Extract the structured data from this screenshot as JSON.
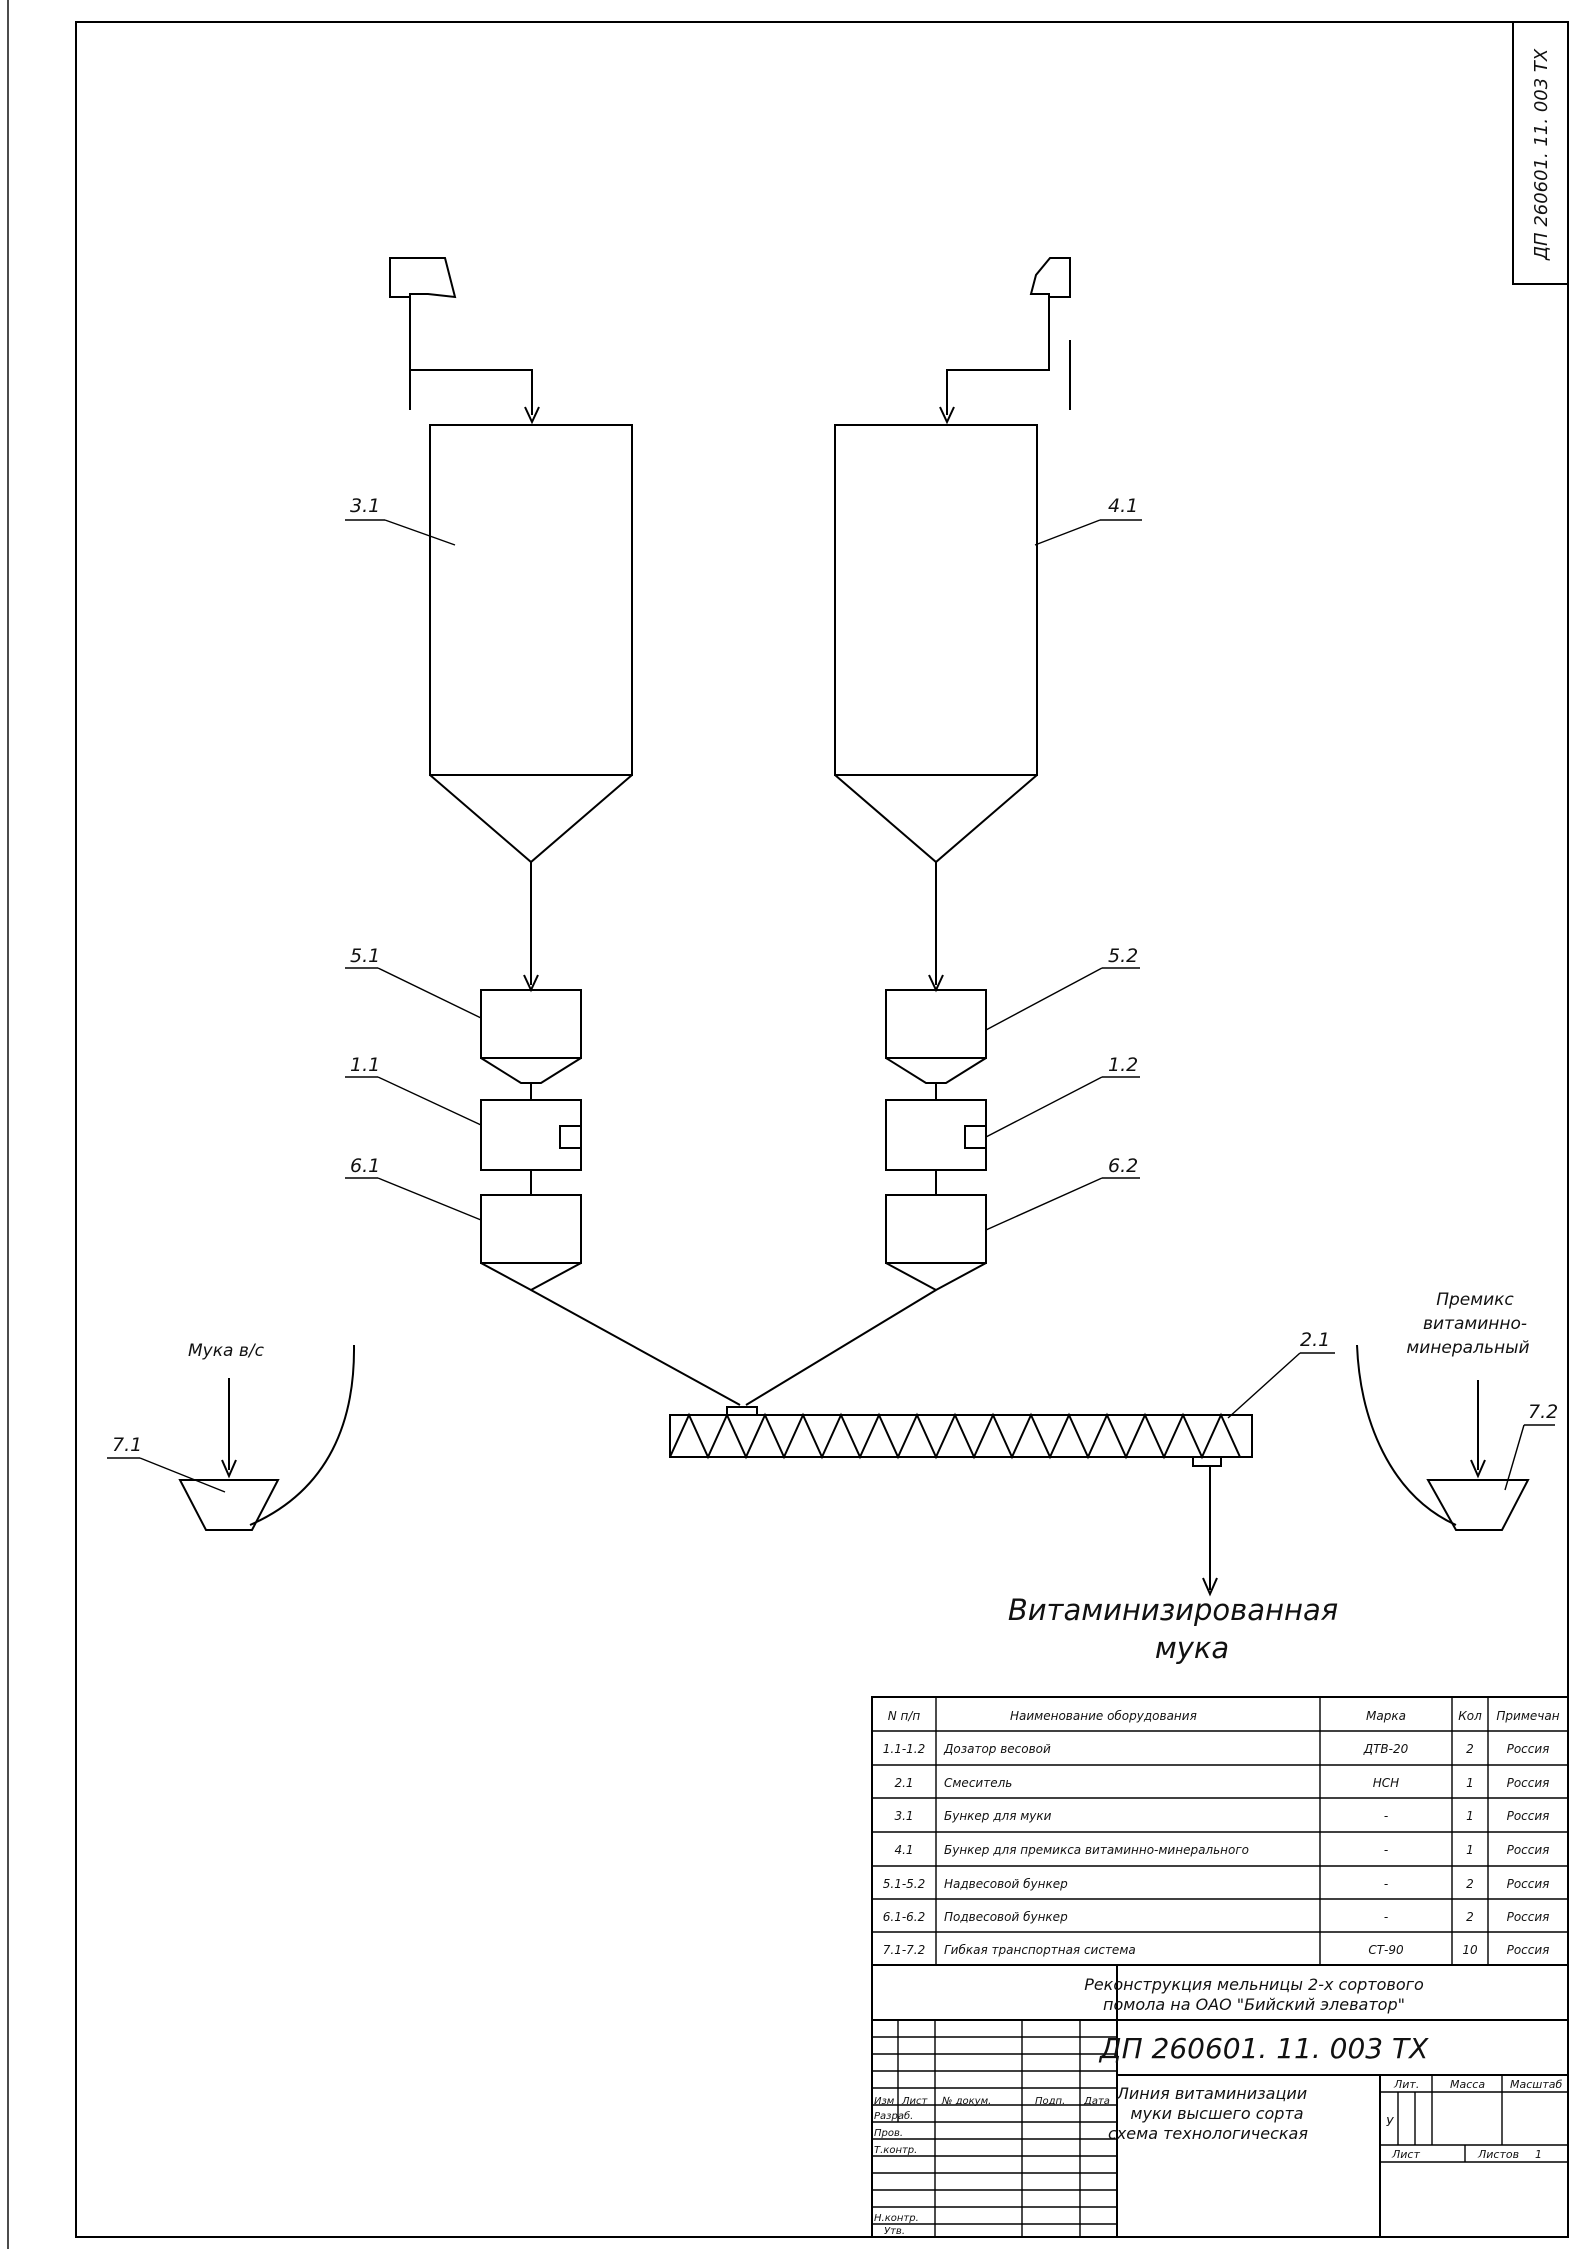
{
  "stamp": {
    "doc_code_side": "ДП 260601. 11. 003 ТХ",
    "doc_code": "ДП 260601. 11. 003 ТХ",
    "project_title_line1": "Реконструкция мельницы 2-х сортового",
    "project_title_line2": "помола на ОАО \"Бийский элеватор\"",
    "sheet_title_line1": "Линия витаминизации",
    "sheet_title_line2": "муки высшего сорта",
    "sheet_title_line3": "схема технологическая",
    "col_izm": "Изм",
    "col_list": "Лист",
    "col_docnum": "№ докум.",
    "col_sign": "Подп.",
    "col_date": "Дата",
    "row_razrab": "Разраб.",
    "row_prov": "Пров.",
    "row_tkontr": "Т.контр.",
    "row_nkontr": "Н.контр.",
    "row_utv": "Утв.",
    "lit": "Лит.",
    "mass": "Масса",
    "scale": "Масштаб",
    "lit_value": "У",
    "sheet": "Лист",
    "sheets": "Листов",
    "sheets_value": "1"
  },
  "diagram": {
    "labels": {
      "e31": "3.1",
      "e41": "4.1",
      "e51": "5.1",
      "e52": "5.2",
      "e11": "1.1",
      "e12": "1.2",
      "e61": "6.1",
      "e62": "6.2",
      "e21": "2.1",
      "e71": "7.1",
      "e72": "7.2"
    },
    "flour_in": "Мука в/с",
    "premix_line1": "Премикс",
    "premix_line2": "витаминно-",
    "premix_line3": "минеральный",
    "output_line1": "Витаминизированная",
    "output_line2": "мука"
  },
  "spec_table": {
    "headers": [
      "N п/п",
      "Наименование оборудования",
      "Марка",
      "Кол",
      "Примечан"
    ],
    "rows": [
      [
        "1.1-1.2",
        "Дозатор весовой",
        "ДТВ-20",
        "2",
        "Россия"
      ],
      [
        "2.1",
        "Смеситель",
        "НСН",
        "1",
        "Россия"
      ],
      [
        "3.1",
        "Бункер для муки",
        "-",
        "1",
        "Россия"
      ],
      [
        "4.1",
        "Бункер для премикса витаминно-минерального",
        "-",
        "1",
        "Россия"
      ],
      [
        "5.1-5.2",
        "Надвесовой бункер",
        "-",
        "2",
        "Россия"
      ],
      [
        "6.1-6.2",
        "Подвесовой бункер",
        "-",
        "2",
        "Россия"
      ],
      [
        "7.1-7.2",
        "Гибкая транспортная система",
        "СТ-90",
        "10",
        "Россия"
      ]
    ]
  }
}
